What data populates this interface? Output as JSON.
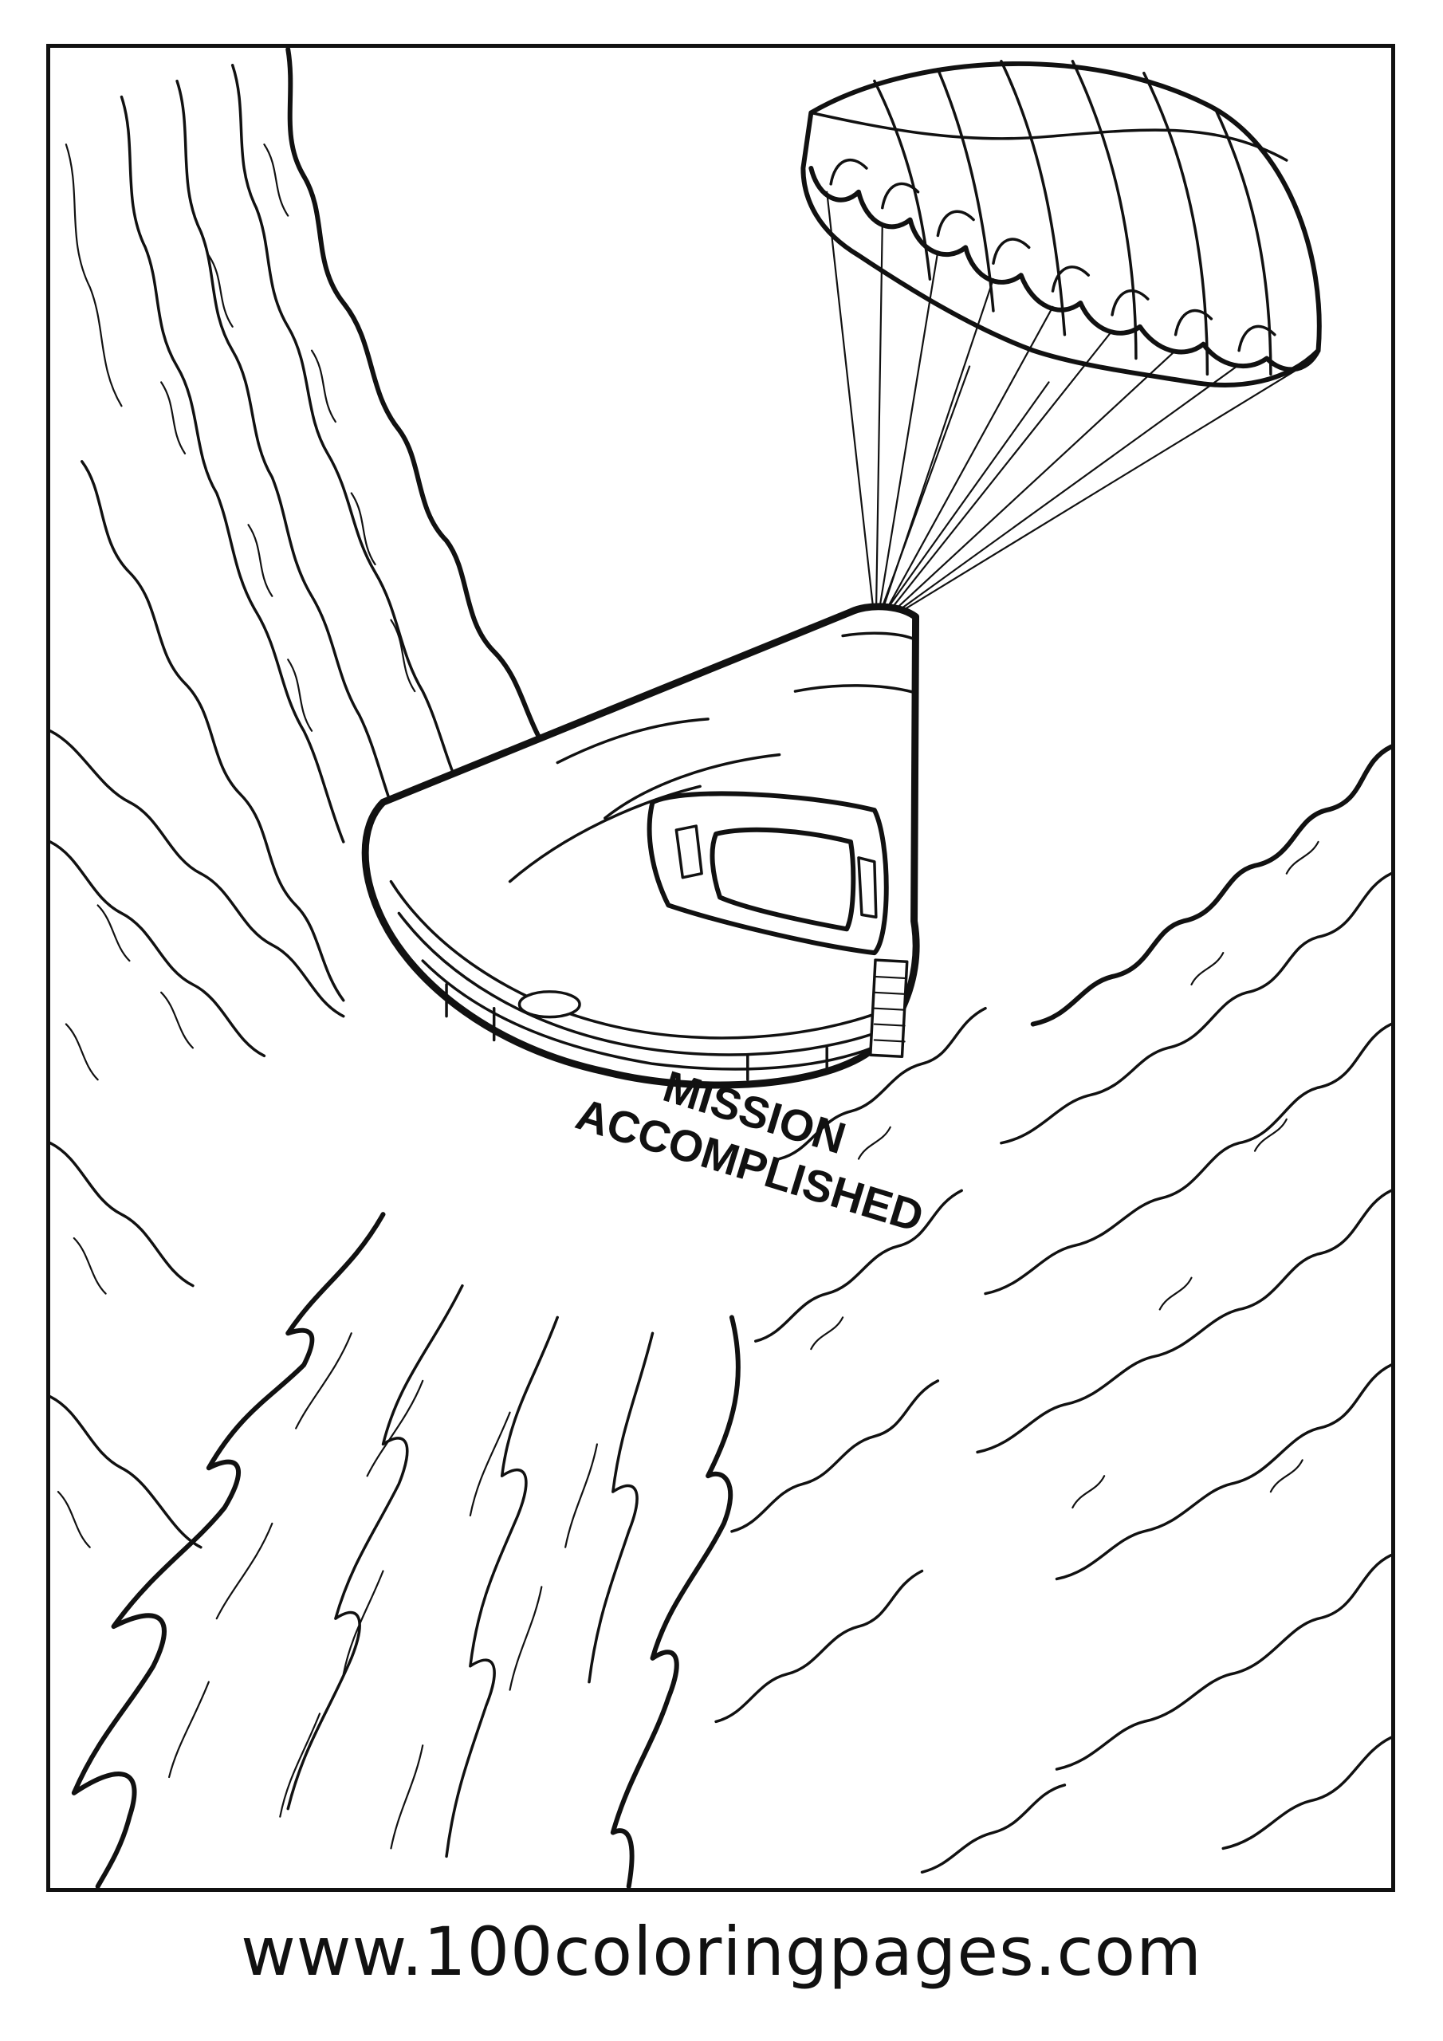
{
  "illustration": {
    "subject": "capsule-with-parachute",
    "capsule_label_line1": "MISSION",
    "capsule_label_line2": "ACCOMPLISHED"
  },
  "footer": {
    "url_text": "www.100coloringpages.com"
  },
  "colors": {
    "ink": "#111111",
    "paper": "#ffffff"
  }
}
